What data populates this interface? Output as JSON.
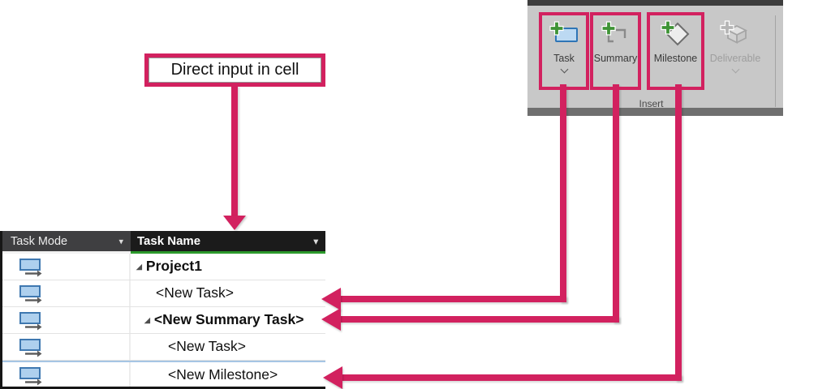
{
  "annotation": {
    "callout_label": "Direct input in cell",
    "accent_color": "#d2215f"
  },
  "ribbon": {
    "group_label": "Insert",
    "buttons": [
      {
        "label": "Task",
        "icon": "task-icon",
        "dropdown": true,
        "highlighted": true,
        "enabled": true
      },
      {
        "label": "Summary",
        "icon": "summary-icon",
        "dropdown": false,
        "highlighted": true,
        "enabled": true
      },
      {
        "label": "Milestone",
        "icon": "milestone-icon",
        "dropdown": false,
        "highlighted": true,
        "enabled": true
      },
      {
        "label": "Deliverable",
        "icon": "deliverable-icon",
        "dropdown": true,
        "highlighted": false,
        "enabled": false
      }
    ]
  },
  "table": {
    "columns": [
      {
        "label": "Task Mode"
      },
      {
        "label": "Task Name"
      }
    ],
    "rows": [
      {
        "mode": "auto-scheduled",
        "name": "Project1",
        "bold": true,
        "indent": 0,
        "expanded": true
      },
      {
        "mode": "auto-scheduled",
        "name": "<New Task>",
        "bold": false,
        "indent": 1,
        "expanded": false
      },
      {
        "mode": "auto-scheduled",
        "name": "<New Summary Task>",
        "bold": true,
        "indent": 1,
        "expanded": true
      },
      {
        "mode": "auto-scheduled",
        "name": "<New Task>",
        "bold": false,
        "indent": 2,
        "expanded": false
      },
      {
        "mode": "auto-scheduled",
        "name": "<New Milestone>",
        "bold": false,
        "indent": 2,
        "expanded": false
      }
    ]
  },
  "colors": {
    "header_green_underline": "#2c9a2c",
    "ribbon_background": "#c8c8c8",
    "task_icon_blue": "#bcd9f2"
  }
}
